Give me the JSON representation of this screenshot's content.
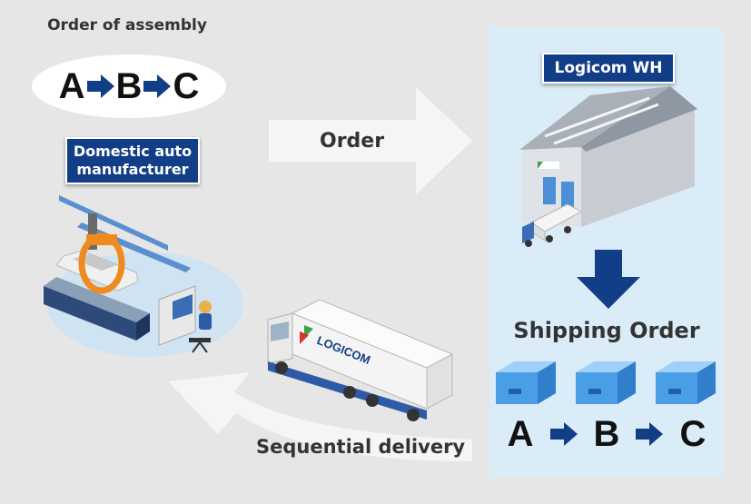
{
  "top": {
    "heading": "Order of assembly",
    "sequence": [
      "A",
      "B",
      "C"
    ]
  },
  "manufacturer": {
    "line1": "Domestic auto",
    "line2": "manufacturer"
  },
  "flow": {
    "order_label": "Order",
    "shipping_label": "Shipping Order",
    "delivery_label": "Sequential delivery"
  },
  "warehouse": {
    "label": "Logicom WH",
    "sequence": [
      "A",
      "B",
      "C"
    ],
    "truck_text": "LOGICOM"
  },
  "colors": {
    "navy": "#113e87",
    "panel": "#daecf8",
    "background": "#e6e6e6",
    "container": "#4a9ee6"
  }
}
